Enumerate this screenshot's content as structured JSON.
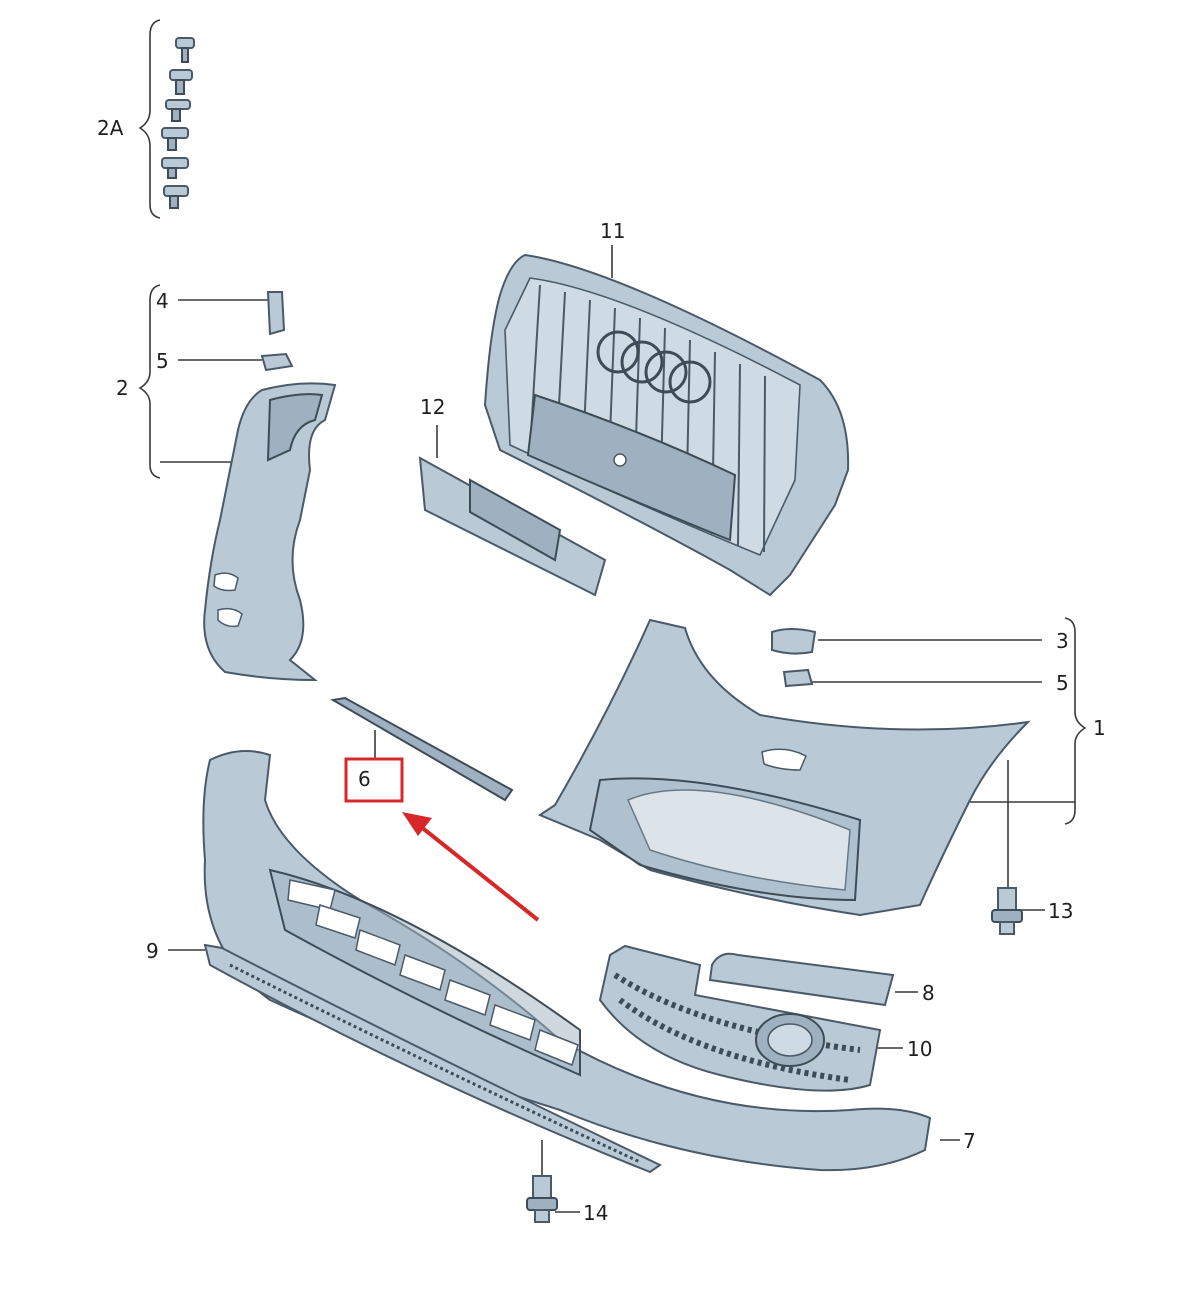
{
  "labels": {
    "l2A": "2A",
    "l11": "11",
    "l4": "4",
    "l5a": "5",
    "l2": "2",
    "l12": "12",
    "l3": "3",
    "l5b": "5",
    "l1": "1",
    "l6": "6",
    "l13": "13",
    "l9": "9",
    "l8": "8",
    "l10": "10",
    "l7": "7",
    "l14": "14"
  },
  "colors": {
    "highlight": "#d62828",
    "part_fill": "#b9c9d6",
    "part_stroke": "#4a5a68"
  },
  "highlighted_part": "6"
}
